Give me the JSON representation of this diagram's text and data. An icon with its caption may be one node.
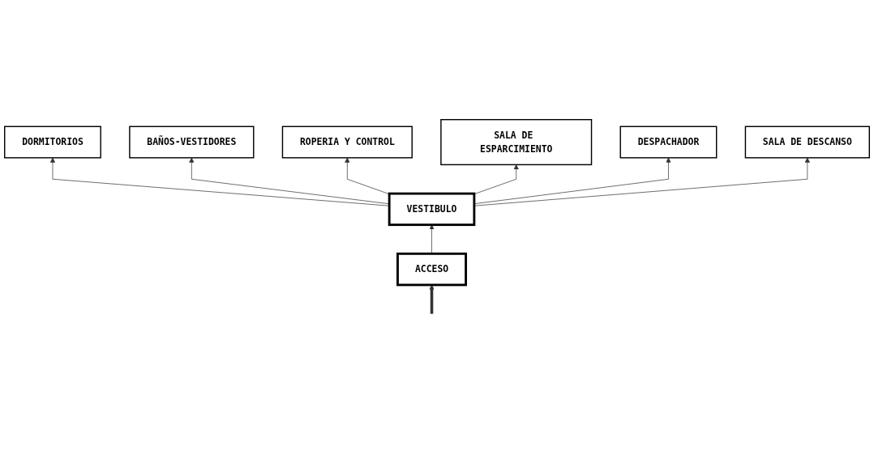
{
  "diagram": {
    "nodes": [
      {
        "text": [
          "DORMITORIOS"
        ]
      },
      {
        "text": [
          "BAÑOS-VESTIDORES"
        ]
      },
      {
        "text": [
          "ROPERIA Y CONTROL"
        ]
      },
      {
        "text": [
          "SALA DE ESPARCIMIENTO"
        ]
      },
      {
        "text": [
          "DESPACHADOR"
        ]
      },
      {
        "text": [
          "VESTIBULO"
        ]
      },
      {
        "text": [
          "SALA DE DESCANSO"
        ]
      },
      {
        "text": [
          "ACCESO"
        ]
      }
    ],
    "edges": [
      {
        "from": 5,
        "to": 0,
        "arrow": "to"
      },
      {
        "from": 5,
        "to": 1,
        "arrow": "to"
      },
      {
        "from": 5,
        "to": 2,
        "arrow": "to"
      },
      {
        "from": 5,
        "to": 3,
        "arrow": "to"
      },
      {
        "from": 5,
        "to": 4,
        "arrow": "to"
      },
      {
        "from": 5,
        "to": 6,
        "arrow": "to"
      },
      {
        "from": 7,
        "to": 5,
        "arrow": "to"
      },
      {
        "from": null,
        "to": 7,
        "arrow": "to",
        "style": "thick"
      }
    ]
  }
}
